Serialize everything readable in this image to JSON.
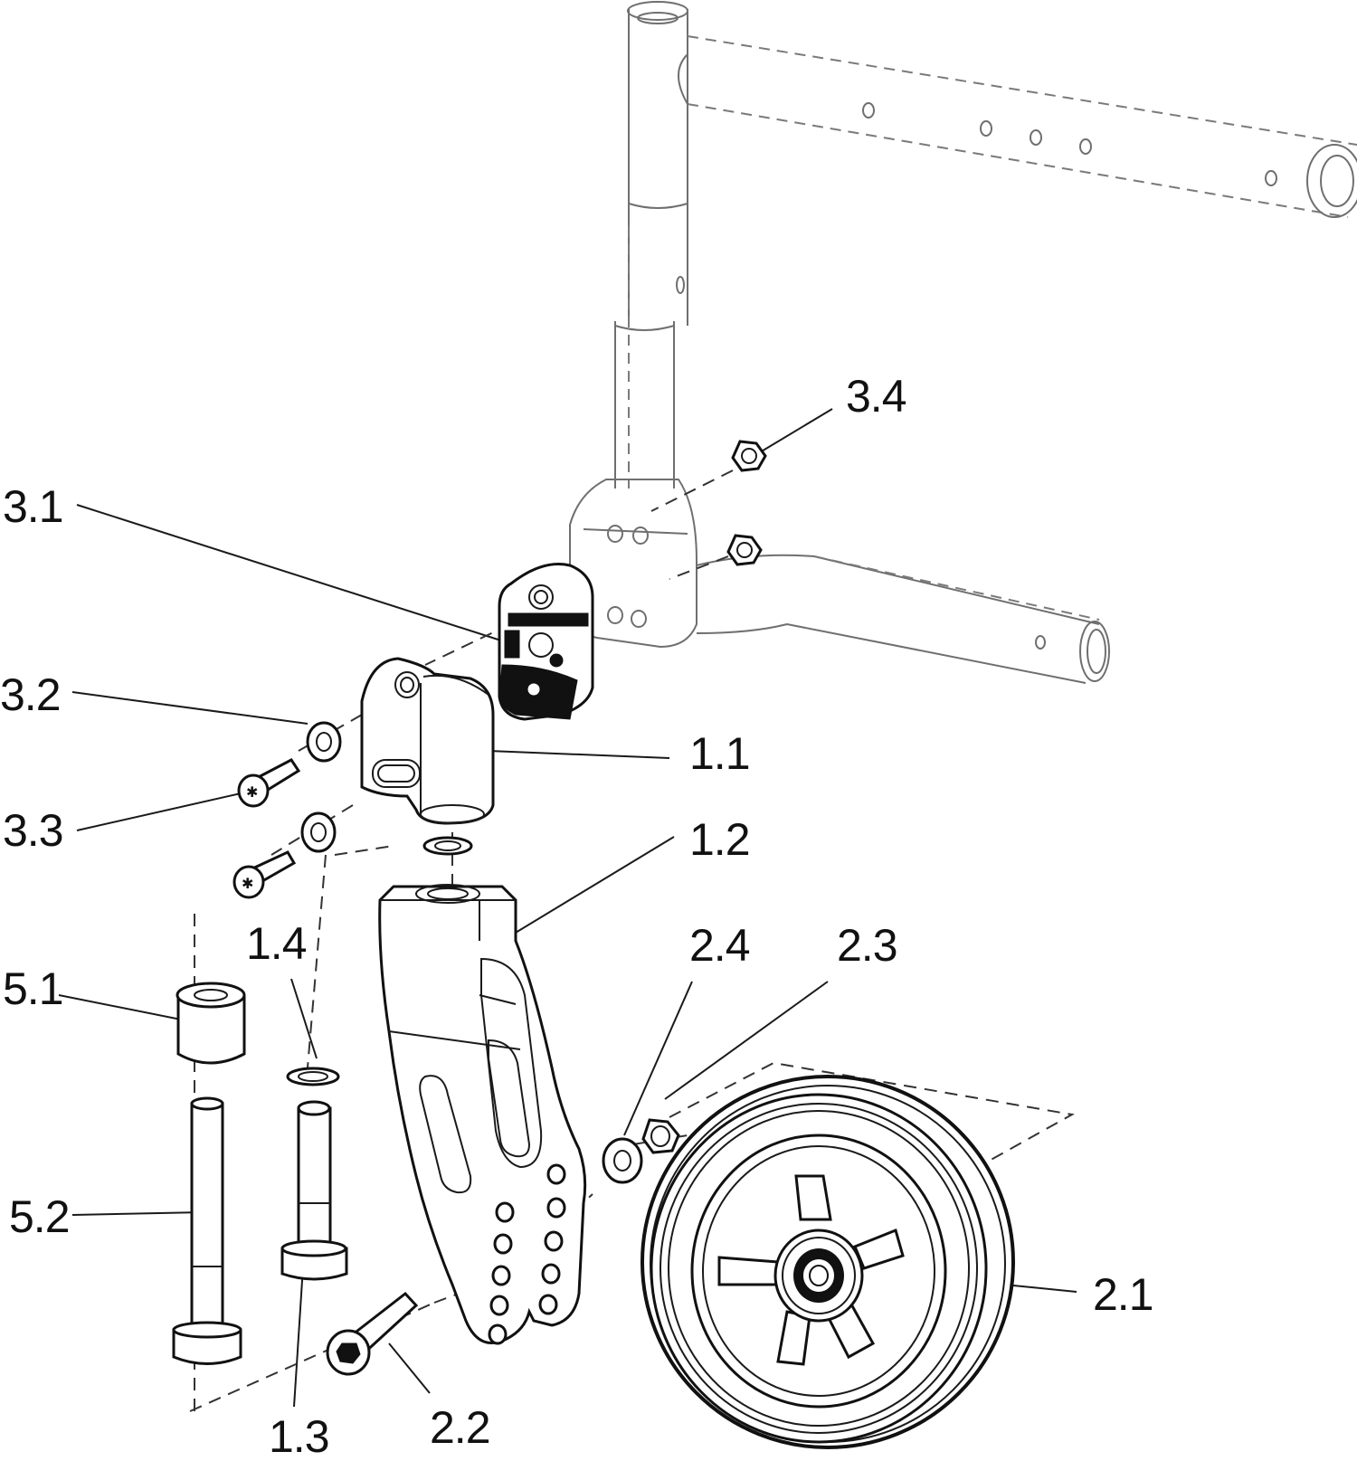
{
  "diagram": {
    "callouts": [
      {
        "id": "3.4",
        "label": "3.4"
      },
      {
        "id": "3.1",
        "label": "3.1"
      },
      {
        "id": "3.2",
        "label": "3.2"
      },
      {
        "id": "1.1",
        "label": "1.1"
      },
      {
        "id": "3.3",
        "label": "3.3"
      },
      {
        "id": "1.2",
        "label": "1.2"
      },
      {
        "id": "1.4",
        "label": "1.4"
      },
      {
        "id": "2.4",
        "label": "2.4"
      },
      {
        "id": "2.3",
        "label": "2.3"
      },
      {
        "id": "5.1",
        "label": "5.1"
      },
      {
        "id": "5.2",
        "label": "5.2"
      },
      {
        "id": "2.1",
        "label": "2.1"
      },
      {
        "id": "1.3",
        "label": "1.3"
      },
      {
        "id": "2.2",
        "label": "2.2"
      }
    ]
  }
}
